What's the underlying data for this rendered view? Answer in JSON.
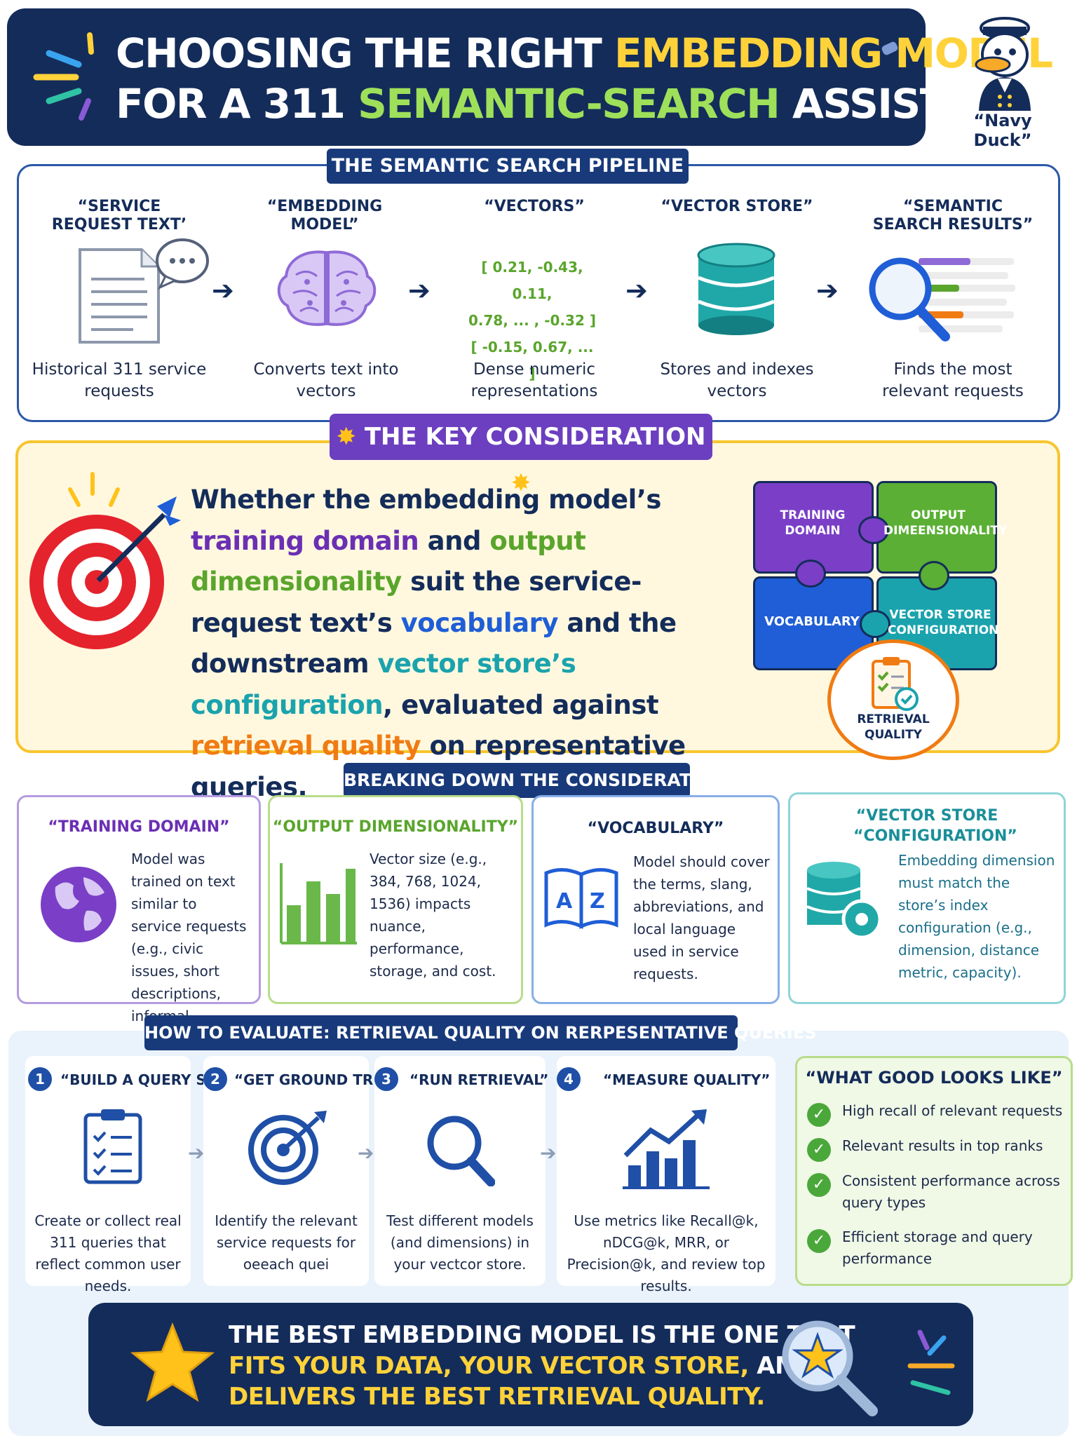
{
  "header": {
    "title_line1_a": "CHOOSING THE RIGHT ",
    "title_line1_b": "EMBEDDING MODEL",
    "title_line2_a": "FOR A 311 ",
    "title_line2_b": "SEMANTIC-SEARCH",
    "title_line2_c": " ASSISTANT",
    "mascot_label": "“Navy Duck”"
  },
  "pipeline": {
    "banner": "THE SEMANTIC SEARCH PIPELINE",
    "vector_lines": [
      "[ 0.21, -0.43, 0.11,",
      "0.78, ... , -0.32 ]",
      "[ -0.15, 0.67, ... ]"
    ],
    "steps": [
      {
        "title": "“SERVICE REQUEST TEXT’",
        "desc": "Historical 311 service requests"
      },
      {
        "title": "“EMBEDDING MODEL”",
        "desc": "Converts text into vectors"
      },
      {
        "title": "“VECTORS”",
        "desc": "Dense numeric representations"
      },
      {
        "title": "“VECTOR STORE”",
        "desc": "Stores and indexes vectors"
      },
      {
        "title": "“SEMANTIC SEARCH RESULTS”",
        "desc": "Finds the most relevant requests"
      }
    ]
  },
  "key": {
    "banner": "THE KEY CONSIDERATION",
    "t1": "Whether the embedding model’s ",
    "t2": "training domain",
    "t3": " and ",
    "t4": "output dimensionality",
    "t5": " suit the service-request text’s ",
    "t6": "vocabulary",
    "t7": " and the downstream ",
    "t8": "vector store’s configuration",
    "t9": ", evaluated against ",
    "t10": "retrieval quality",
    "t11": " on representative queries.",
    "puzzle": {
      "training_domain": "TRAINING DOMAIN",
      "output_dim": "OUTPUT DIMEENSIONALITY",
      "vocabulary": "VOCABULARY",
      "vector_store": "VECTOR STORE CONFIGURATION",
      "retrieval_quality": "RETRIEVAL QUALITY"
    }
  },
  "breakdown": {
    "banner": "BREAKING DOWN THE CONSIDERATION",
    "cards": [
      {
        "title": "“TRAINING DOMAIN”",
        "text": "Model was trained on text similar to service requests (e.g., civic issues, short descriptions, informal language)."
      },
      {
        "title": "“OUTPUT DIMENSIONALITY”",
        "text": "Vector size (e.g., 384, 768, 1024, 1536) impacts nuance, performance, storage, and cost."
      },
      {
        "title": "“VOCABULARY”",
        "text": "Model should cover the terms, slang, abbreviations, and local language used in service requests."
      },
      {
        "title": "“VECTOR STORE “CONFIGURATION”",
        "text": "Embedding dimension must match the store’s index configuration (e.g., dimension, distance metric, capacity)."
      }
    ]
  },
  "evaluate": {
    "banner": "HOW TO EVALUATE: RETRIEVAL QUALITY ON RERPESENTATIVE QUERIES",
    "steps": [
      {
        "num": "1",
        "title": "“BUILD A QUERY SET”",
        "text": "Create or collect real 311 queries that reflect common user needs."
      },
      {
        "num": "2",
        "title": "“GET GROUND TRUTH”",
        "text": "Identify the relevant service requests for oeeach quei"
      },
      {
        "num": "3",
        "title": "“RUN RETRIEVAL”",
        "text": "Test different models (and dimensions) in your vectcor store."
      },
      {
        "num": "4",
        "title": "“MEASURE QUALITY”",
        "text": "Use metrics like Recall@k, nDCG@k, MRR, or Precision@k, and review top results."
      }
    ],
    "good_title": "“WHAT GOOD LOOKS LIKE”",
    "good_items": [
      "High recall of relevant requests",
      "Relevant results in top ranks",
      "Consistent performance across query types",
      "Efficient storage and query performance"
    ]
  },
  "footer": {
    "line1": "THE BEST EMBEDDING MODEL IS THE ONE THAT",
    "line2_a": "FITS YOUR DATA, YOUR VECTOR STORE,",
    "line2_b": " AND",
    "line3": "DELIVERS THE BEST RETRIEVAL QUALITY."
  },
  "colors": {
    "navy": "#142c5a",
    "yellow": "#ffd23a",
    "green": "#9ee05a",
    "purple": "#6b3fbf",
    "blue": "#1f5ed6",
    "teal": "#1aa3ad",
    "orange": "#f07b12"
  }
}
